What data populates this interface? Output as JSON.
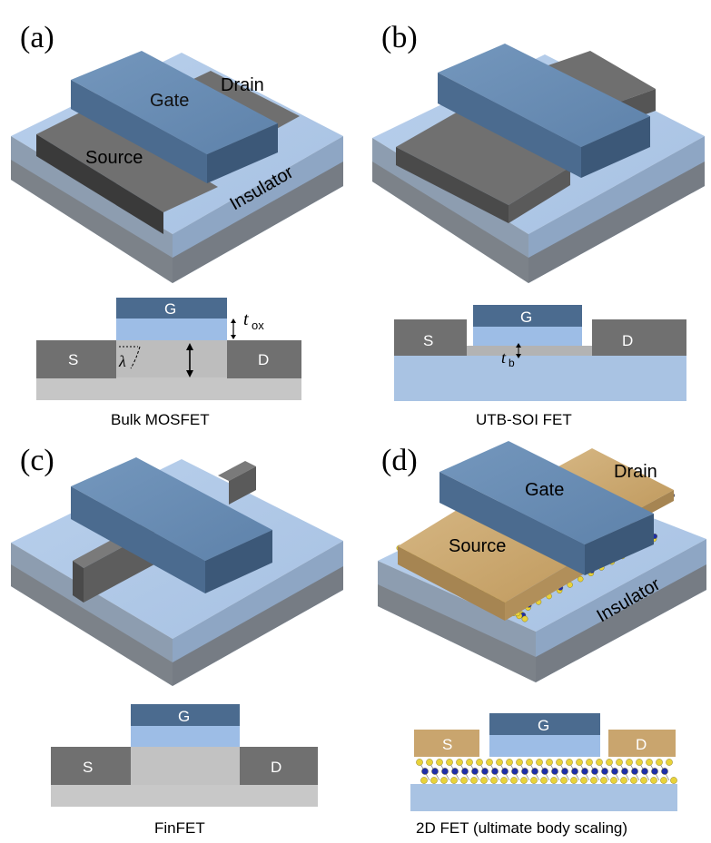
{
  "panels": {
    "a": {
      "tag": "(a)",
      "gate": "Gate",
      "drain": "Drain",
      "source": "Source",
      "insulator": "Insulator",
      "xs_g": "G",
      "xs_s": "S",
      "xs_d": "D",
      "tox_t": "t",
      "tox_sub": "ox",
      "lambda": "λ",
      "caption": "Bulk MOSFET"
    },
    "b": {
      "tag": "(b)",
      "xs_g": "G",
      "xs_s": "S",
      "xs_d": "D",
      "tb_t": "t",
      "tb_sub": "b",
      "caption": "UTB-SOI FET"
    },
    "c": {
      "tag": "(c)",
      "xs_g": "G",
      "xs_s": "S",
      "xs_d": "D",
      "caption": "FinFET"
    },
    "d": {
      "tag": "(d)",
      "gate": "Gate",
      "drain": "Drain",
      "source": "Source",
      "insulator": "Insulator",
      "xs_g": "G",
      "xs_s": "S",
      "xs_d": "D",
      "caption": "2D FET (ultimate body scaling)"
    }
  },
  "colors": {
    "gate_top": "#6a8db3",
    "gate_front": "#4b6b8f",
    "gate_side": "#3c5878",
    "sd_grey": "#6f6f6f",
    "sd_gold": "#c9a56e",
    "insulator": "#a9c3e3",
    "substrate": "#bdbdbd",
    "atom_yellow": "#e8d23a",
    "atom_blue": "#1f2ea8"
  }
}
